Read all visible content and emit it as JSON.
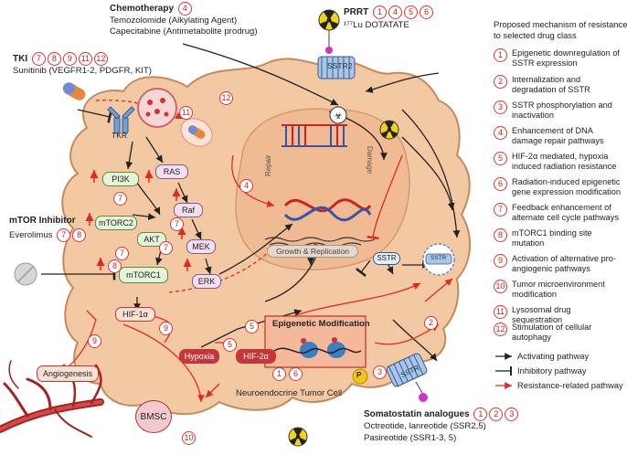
{
  "chemotherapy": {
    "title": "Chemotherapy",
    "badges": [
      "4"
    ],
    "line1": "Temozolomide (Alkylating Agent)",
    "line2": "Capecitabine (Antimetabolite prodrug)"
  },
  "prrt": {
    "title": "PRRT",
    "badges": [
      "1",
      "4",
      "5",
      "6"
    ],
    "line1": "¹⁷⁷Lu DOTATATE"
  },
  "tki": {
    "title": "TKI",
    "badges": [
      "7",
      "8",
      "9",
      "11",
      "12"
    ],
    "line1": "Sunitinib (VEGFR1-2, PDGFR, KIT)"
  },
  "mtor_inhibitor": {
    "title": "mTOR Inhibitor",
    "line1": "Everolimus",
    "badges": [
      "7",
      "8"
    ]
  },
  "somatostatin": {
    "title": "Somatostatin analogues",
    "badges": [
      "1",
      "2",
      "3"
    ],
    "line1": "Octreotide, lanreotide (SSR2,5)",
    "line2": "Pasireotide (SSR1-3, 5)"
  },
  "legend": {
    "title_line1": "Proposed mechanism of resistance",
    "title_line2": "to selected drug class",
    "items": [
      {
        "num": "1",
        "text": "Epigenetic downregulation of SSTR expression"
      },
      {
        "num": "2",
        "text": "Internalization and degradation of SSTR"
      },
      {
        "num": "3",
        "text": "SSTR phosphorylation and inactivation"
      },
      {
        "num": "4",
        "text": "Enhancement of DNA damage repair pathways"
      },
      {
        "num": "5",
        "text": "HIF-2α mediated, hypoxia induced radiation resistance"
      },
      {
        "num": "6",
        "text": "Radiation-induced epigenetic gene expression modification"
      },
      {
        "num": "7",
        "text": "Feedback enhancement of alternate cell cycle pathways"
      },
      {
        "num": "8",
        "text": "mTORC1 binding site mutation"
      },
      {
        "num": "9",
        "text": "Activation of alternative pro-angiogenic pathways"
      },
      {
        "num": "10",
        "text": "Tumor microenvironment modification"
      },
      {
        "num": "11",
        "text": "Lysosomal drug sequestration"
      },
      {
        "num": "12",
        "text": "Stimulation of cellular autophagy"
      }
    ],
    "arrows": [
      {
        "text": "Activating pathway"
      },
      {
        "text": "Inhibitory pathway"
      },
      {
        "text": "Resistance-related pathway"
      }
    ]
  },
  "cell": {
    "tkr": "TKR",
    "pi3k": "PI3K",
    "ras": "RAS",
    "raf": "Raf",
    "mek": "MEK",
    "erk": "ERK",
    "akt": "AKT",
    "mtorc2": "mTORC2",
    "mtorc1": "mTORC1",
    "hif1a": "HIF-1α",
    "hif2a": "HIF-2α",
    "hypoxia": "Hypoxia",
    "sstr2": "SSTR2",
    "sstr": "SSTR",
    "sstr_int": "SSTR",
    "sstr_mem": "SSTR",
    "repair": "Repair",
    "damage": "Damage",
    "growth": "Growth & Replication",
    "epigenetic": "Epigenetic Modification",
    "angiogenesis": "Angiogenesis",
    "bmsc": "BMSC",
    "tumor_cell": "Neuroendocrine Tumor Cell",
    "p": "P",
    "n7a": "7",
    "n7b": "7",
    "n7c": "7",
    "n7d": "7",
    "n8": "8",
    "n9a": "9",
    "n9b": "9",
    "n5a": "5",
    "n5b": "5",
    "n4": "4",
    "n1": "1",
    "n6": "6",
    "n2": "2",
    "n3": "3",
    "n10": "10",
    "n11": "11",
    "n12": "12"
  },
  "colors": {
    "cell": "#f3c9a4",
    "cell_edge": "#c58a5c",
    "nucleus": "#f0bb92",
    "red": "#e02828",
    "legend_num": "#d33"
  }
}
